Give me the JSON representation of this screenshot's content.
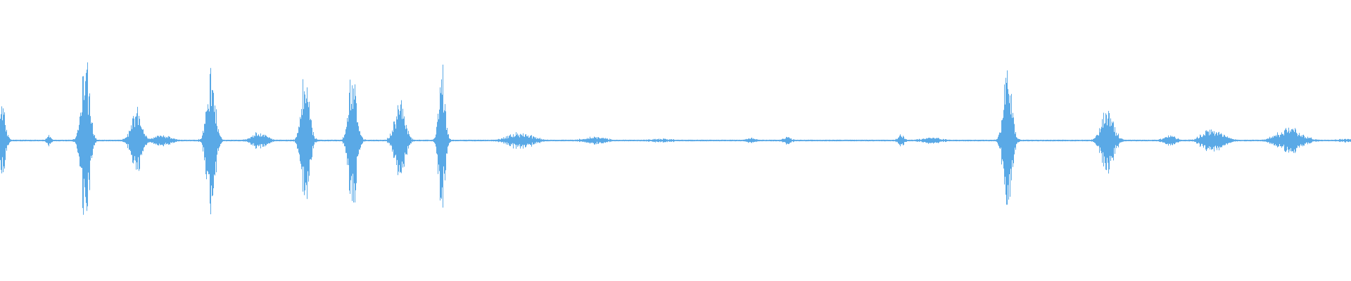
{
  "waveform": {
    "color": "#5aa9e6",
    "background": "#ffffff",
    "peaks": [
      {
        "t": 0.0,
        "amp": 0.4,
        "width": 0.004,
        "noise": 0.02
      },
      {
        "t": 0.036,
        "amp": 0.04,
        "width": 0.002,
        "noise": 0.01
      },
      {
        "t": 0.063,
        "amp": 0.76,
        "width": 0.004,
        "noise": 0.03
      },
      {
        "t": 0.101,
        "amp": 0.3,
        "width": 0.005,
        "noise": 0.03
      },
      {
        "t": 0.12,
        "amp": 0.05,
        "width": 0.008,
        "noise": 0.01
      },
      {
        "t": 0.156,
        "amp": 0.7,
        "width": 0.004,
        "noise": 0.03
      },
      {
        "t": 0.192,
        "amp": 0.07,
        "width": 0.007,
        "noise": 0.01
      },
      {
        "t": 0.226,
        "amp": 0.68,
        "width": 0.004,
        "noise": 0.03
      },
      {
        "t": 0.261,
        "amp": 0.64,
        "width": 0.004,
        "noise": 0.03
      },
      {
        "t": 0.296,
        "amp": 0.35,
        "width": 0.005,
        "noise": 0.03
      },
      {
        "t": 0.327,
        "amp": 0.7,
        "width": 0.003,
        "noise": 0.03
      },
      {
        "t": 0.385,
        "amp": 0.07,
        "width": 0.012,
        "noise": 0.01
      },
      {
        "t": 0.44,
        "amp": 0.03,
        "width": 0.01,
        "noise": 0.01
      },
      {
        "t": 0.49,
        "amp": 0.01,
        "width": 0.01,
        "noise": 0.01
      },
      {
        "t": 0.556,
        "amp": 0.02,
        "width": 0.004,
        "noise": 0.01
      },
      {
        "t": 0.583,
        "amp": 0.03,
        "width": 0.004,
        "noise": 0.01
      },
      {
        "t": 0.667,
        "amp": 0.05,
        "width": 0.003,
        "noise": 0.01
      },
      {
        "t": 0.69,
        "amp": 0.02,
        "width": 0.01,
        "noise": 0.01
      },
      {
        "t": 0.746,
        "amp": 0.68,
        "width": 0.004,
        "noise": 0.03
      },
      {
        "t": 0.82,
        "amp": 0.28,
        "width": 0.006,
        "noise": 0.02
      },
      {
        "t": 0.866,
        "amp": 0.04,
        "width": 0.006,
        "noise": 0.01
      },
      {
        "t": 0.898,
        "amp": 0.11,
        "width": 0.01,
        "noise": 0.01
      },
      {
        "t": 0.955,
        "amp": 0.11,
        "width": 0.012,
        "noise": 0.01
      },
      {
        "t": 1.0,
        "amp": 0.01,
        "width": 0.01,
        "noise": 0.01
      }
    ]
  }
}
